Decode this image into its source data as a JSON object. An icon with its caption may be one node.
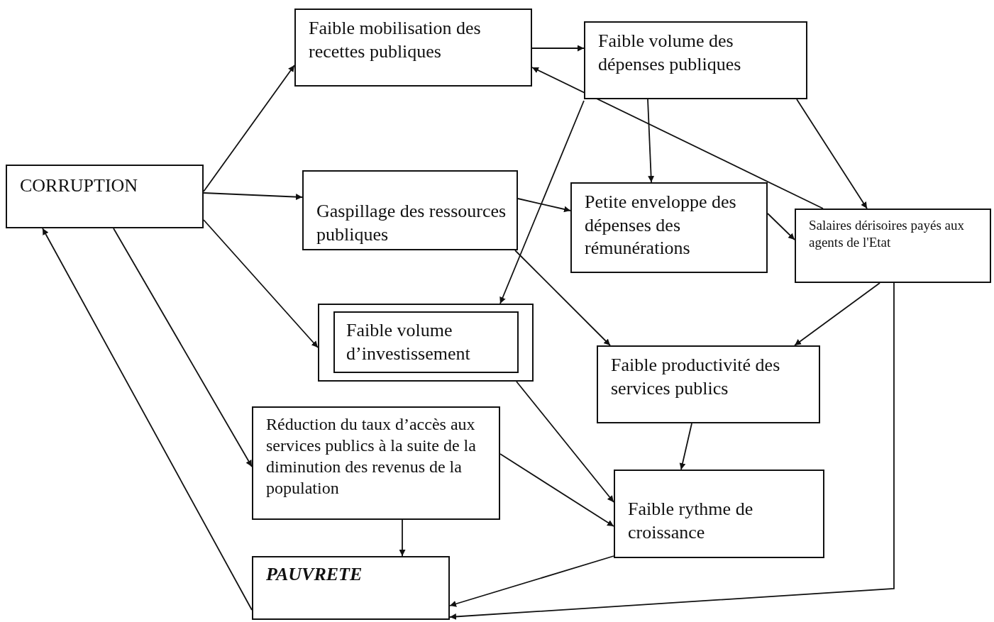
{
  "diagram": {
    "nodes": [
      {
        "text": [
          "CORRUPTION"
        ]
      },
      {
        "text": [
          "Faible mobilisation des recettes publiques"
        ]
      },
      {
        "text": [
          "Faible volume des dépenses publiques"
        ]
      },
      {
        "text": [
          "Gaspillage des ressources publiques"
        ]
      },
      {
        "text": [
          "Petite enveloppe des dépenses des rémunérations"
        ]
      },
      {
        "text": [
          "Salaires dérisoires payés aux agents de l'Etat"
        ]
      },
      {
        "text": [
          "Faible volume d’investissement"
        ]
      },
      {
        "text": [
          "Faible productivité des services publics"
        ]
      },
      {
        "text": [
          "Réduction du taux d’accès aux services publics à la suite de la diminution des revenus de la population"
        ]
      },
      {
        "text": [
          "Faible rythme de croissance"
        ]
      },
      {
        "text": [
          "PAUVRETE"
        ]
      }
    ],
    "edges": [
      {
        "from": 0,
        "to": 1,
        "arrow": "to"
      },
      {
        "from": 0,
        "to": 3,
        "arrow": "to"
      },
      {
        "from": 0,
        "to": 6,
        "arrow": "to"
      },
      {
        "from": 0,
        "to": 8,
        "arrow": "to"
      },
      {
        "from": 10,
        "to": 0,
        "arrow": "to"
      },
      {
        "from": 1,
        "to": 2,
        "arrow": "to"
      },
      {
        "from": 5,
        "to": 1,
        "arrow": "to"
      },
      {
        "from": 2,
        "to": 4,
        "arrow": "to"
      },
      {
        "from": 2,
        "to": 6,
        "arrow": "to"
      },
      {
        "from": 2,
        "to": 5,
        "arrow": "to"
      },
      {
        "from": 3,
        "to": 4,
        "arrow": "to"
      },
      {
        "from": 3,
        "to": 7,
        "arrow": "to"
      },
      {
        "from": 4,
        "to": 5,
        "arrow": "to"
      },
      {
        "from": 5,
        "to": 7,
        "arrow": "to"
      },
      {
        "from": 5,
        "to": 10,
        "arrow": "to"
      },
      {
        "from": 6,
        "to": 9,
        "arrow": "to"
      },
      {
        "from": 8,
        "to": 9,
        "arrow": "to"
      },
      {
        "from": 7,
        "to": 9,
        "arrow": "to"
      },
      {
        "from": 8,
        "to": 10,
        "arrow": "to"
      },
      {
        "from": 9,
        "to": 10,
        "arrow": "to"
      }
    ]
  }
}
